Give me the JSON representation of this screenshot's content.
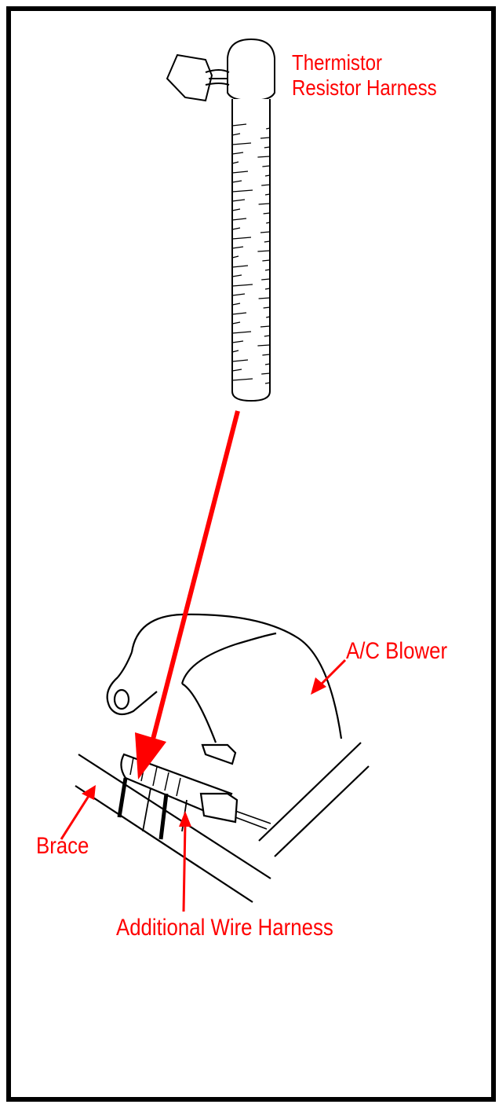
{
  "colors": {
    "label": "#ff0000",
    "arrow": "#ff0000",
    "line_art": "#000000",
    "background": "#ffffff",
    "border": "#000000"
  },
  "labels": {
    "thermistor_line1": "Thermistor",
    "thermistor_line2": "Resistor Harness",
    "ac_blower": "A/C Blower",
    "brace": "Brace",
    "additional_wire_harness": "Additional Wire Harness"
  }
}
